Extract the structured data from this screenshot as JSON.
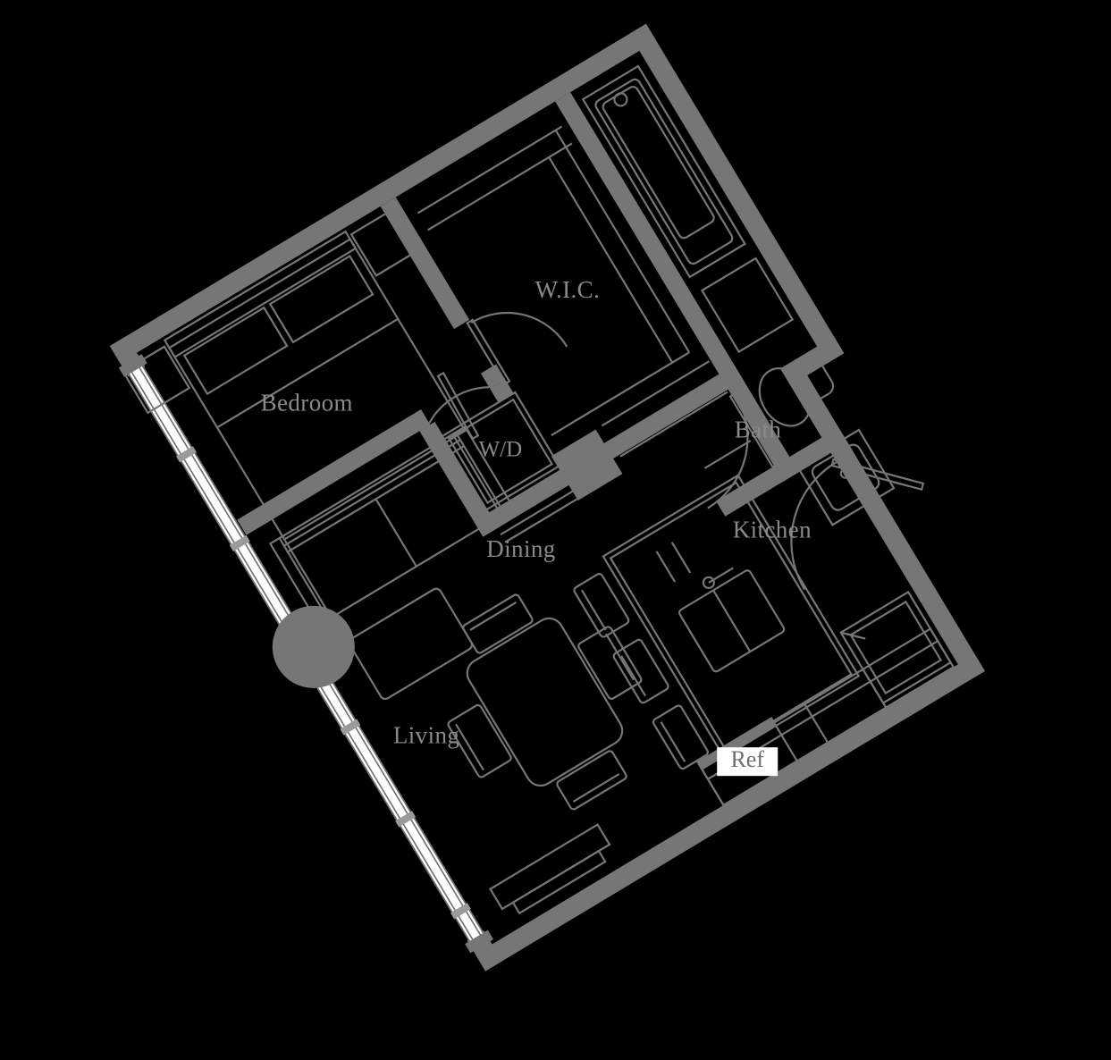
{
  "plan": {
    "type": "apartment-floor-plan",
    "orientation_degrees": -31,
    "line_color": "#767676",
    "background_color": "#000000",
    "glazing_color": "#ffffff",
    "rooms": [
      {
        "key": "bedroom",
        "label": "Bedroom"
      },
      {
        "key": "wic",
        "label": "W.I.C."
      },
      {
        "key": "bath",
        "label": "Bath"
      },
      {
        "key": "living",
        "label": "Living"
      },
      {
        "key": "dining",
        "label": "Dining"
      },
      {
        "key": "kitchen",
        "label": "Kitchen"
      }
    ],
    "appliances": [
      {
        "key": "washer_dryer",
        "label": "W/D"
      },
      {
        "key": "refrigerator",
        "label": "Ref"
      }
    ],
    "fixtures": [
      "bed",
      "nightstand-left",
      "nightstand-right",
      "sofa",
      "coffee-table",
      "tv-console",
      "column",
      "dining-table",
      "dining-chairs",
      "kitchen-island",
      "sink",
      "range",
      "bathtub",
      "toilet",
      "vanity",
      "washer-dryer-stack",
      "closet-shelving"
    ],
    "doors": [
      "bedroom-door",
      "wic-door",
      "bath-door",
      "entry-door"
    ],
    "windows": [
      "curtain-wall-glazing"
    ]
  }
}
